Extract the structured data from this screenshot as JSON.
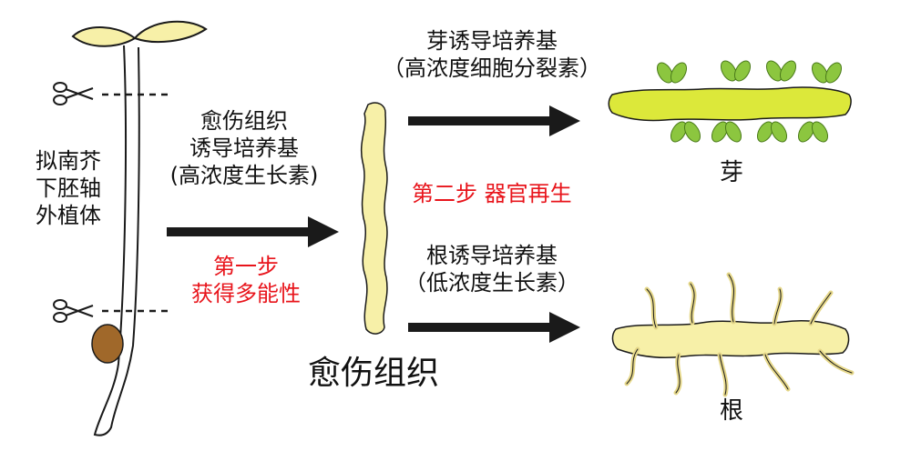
{
  "explant": {
    "line1": "拟南芥",
    "line2": "下胚轴",
    "line3": "外植体"
  },
  "callus_medium": {
    "line1": "愈伤组织",
    "line2": "诱导培养基",
    "line3": "(高浓度生长素)"
  },
  "step1": {
    "line1": "第一步",
    "line2": "获得多能性"
  },
  "callus_label": "愈伤组织",
  "step2": "第二步 器官再生",
  "shoot_medium": {
    "line1": "芽诱导培养基",
    "line2": "（高浓度细胞分裂素）"
  },
  "root_medium": {
    "line1": "根诱导培养基",
    "line2": "（低浓度生长素）"
  },
  "shoot_label": "芽",
  "root_label": "根",
  "colors": {
    "text": "#111111",
    "step_red": "#e8141b",
    "callus_fill": "#f7f0a8",
    "callus_stroke": "#1a1a1a",
    "shoot_fill": "#dce83a",
    "leaf_green": "#8cc63f",
    "seed_brown": "#a0682a",
    "arrow": "#1a1a1a"
  }
}
